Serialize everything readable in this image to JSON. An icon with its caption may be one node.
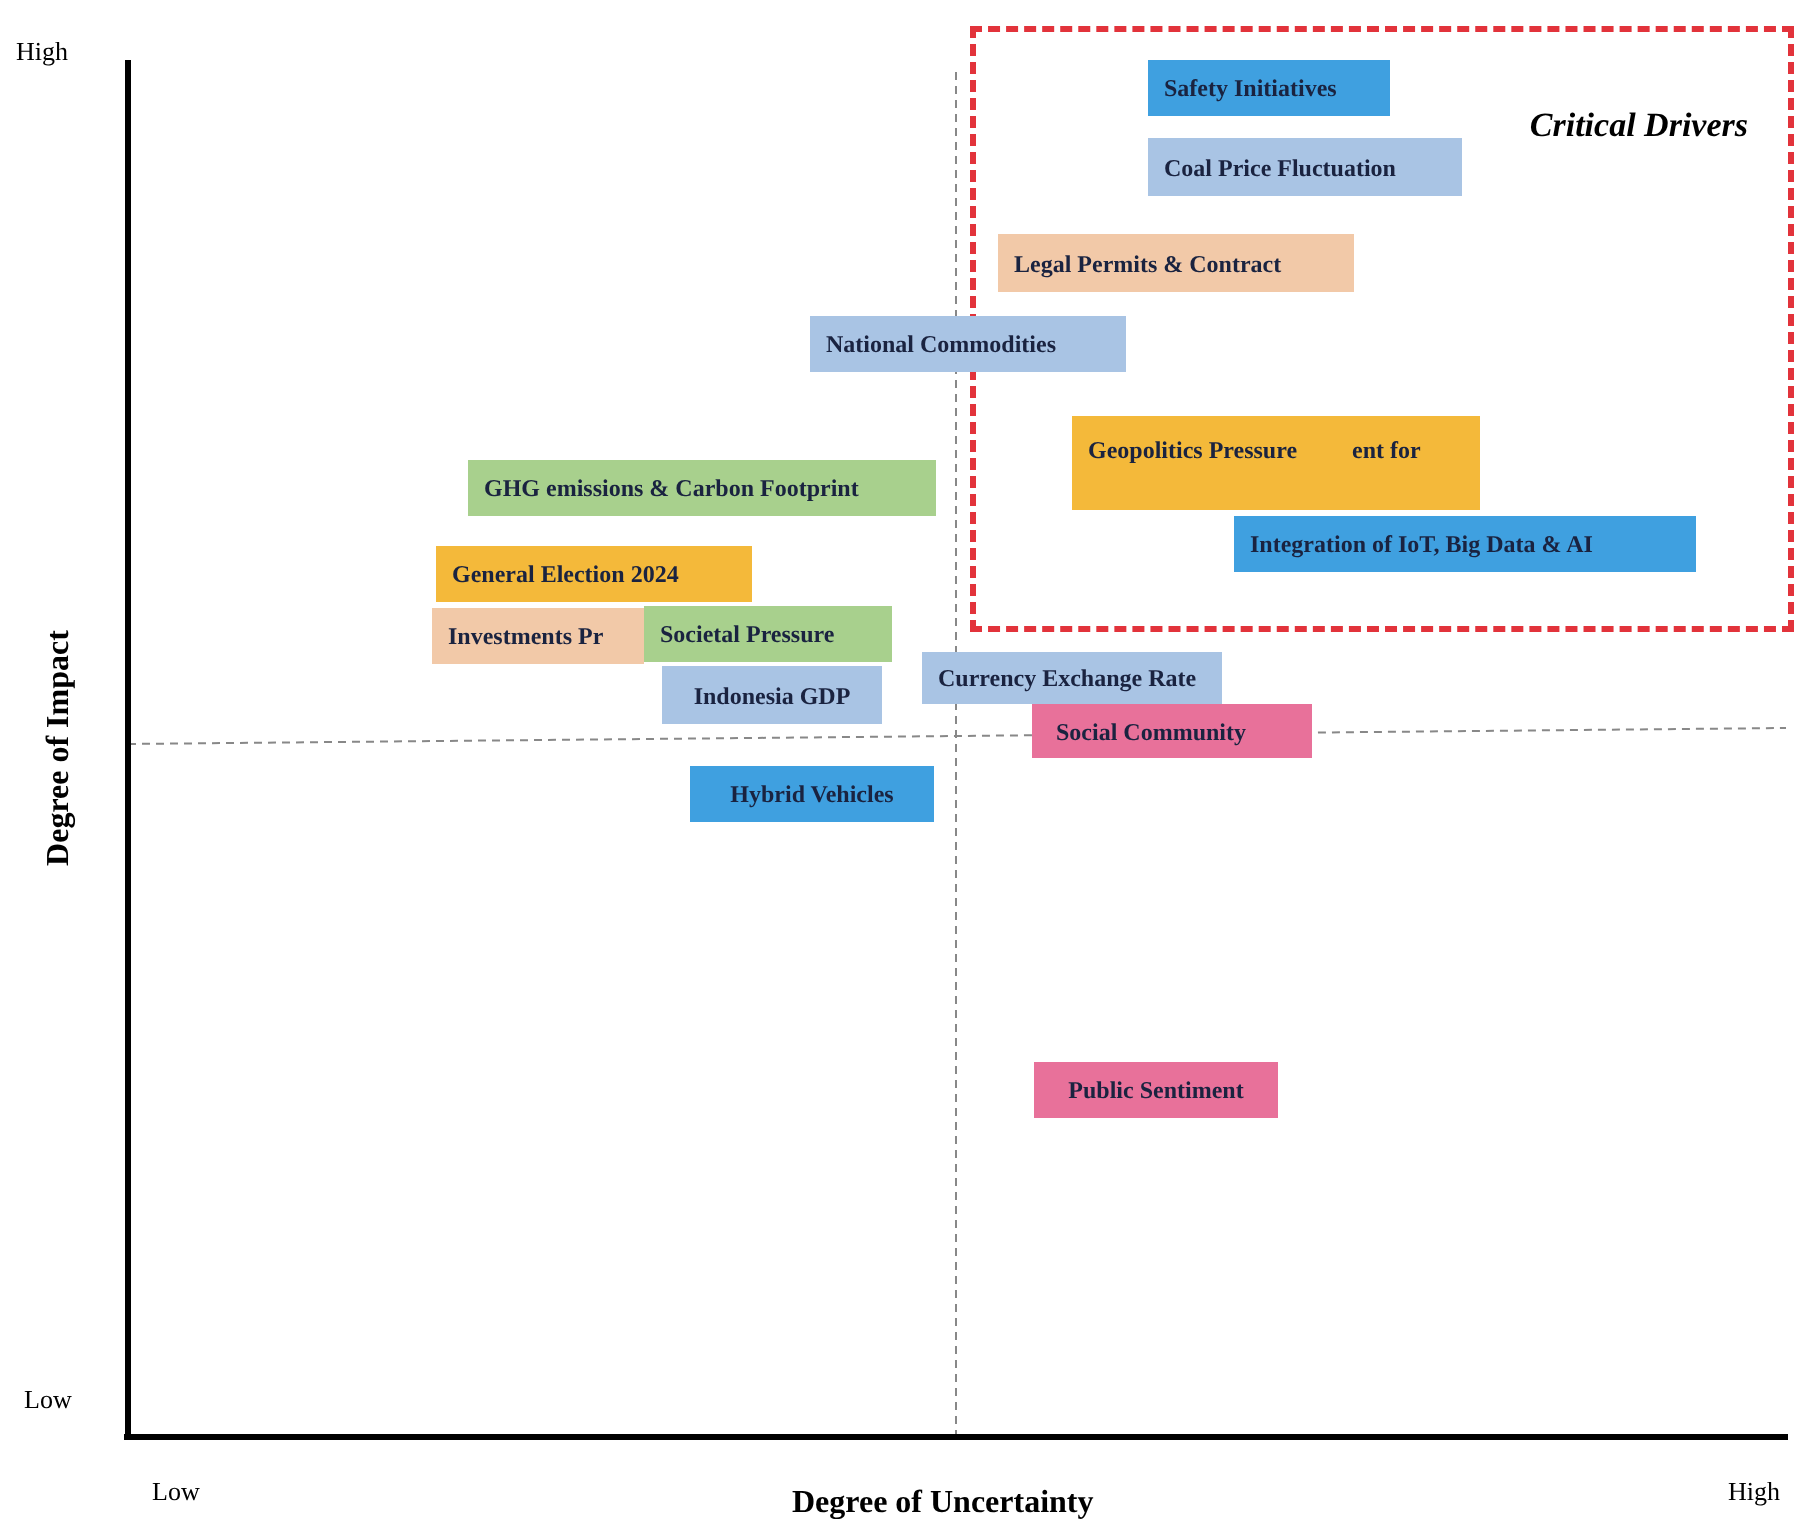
{
  "diagram": {
    "nodes": [
      {
        "text": [
          "Critical Drivers"
        ]
      },
      {
        "text": [
          "Safety Initiatives"
        ],
        "in": 0
      },
      {
        "text": [
          "Coal Price Fluctuation"
        ],
        "in": 0
      },
      {
        "text": [
          "Legal Permits & Contract"
        ],
        "in": 0
      },
      {
        "text": [
          "National Commodities"
        ]
      },
      {
        "text": [
          "ent for"
        ],
        "in": 0
      },
      {
        "text": [
          "Geopolitics Pressure"
        ],
        "in": 0
      },
      {
        "text": [
          "Integration of IoT, Big Data & AI"
        ],
        "in": 0
      },
      {
        "text": [
          "GHG emissions & Carbon Footprint"
        ]
      },
      {
        "text": [
          "General Election 2024"
        ]
      },
      {
        "text": [
          "Investments Pr"
        ]
      },
      {
        "text": [
          "Societal Pressure"
        ]
      },
      {
        "text": [
          "Indonesia GDP"
        ]
      },
      {
        "text": [
          "Currency Exchange Rate"
        ]
      },
      {
        "text": [
          "Social Community"
        ]
      },
      {
        "text": [
          "Hybrid Vehicles"
        ]
      },
      {
        "text": [
          "Public Sentiment"
        ]
      }
    ],
    "edges": [],
    "labels": [
      "High",
      "Degree of Impact",
      "Low",
      "Low",
      "Degree of Uncertainty",
      "High"
    ]
  }
}
